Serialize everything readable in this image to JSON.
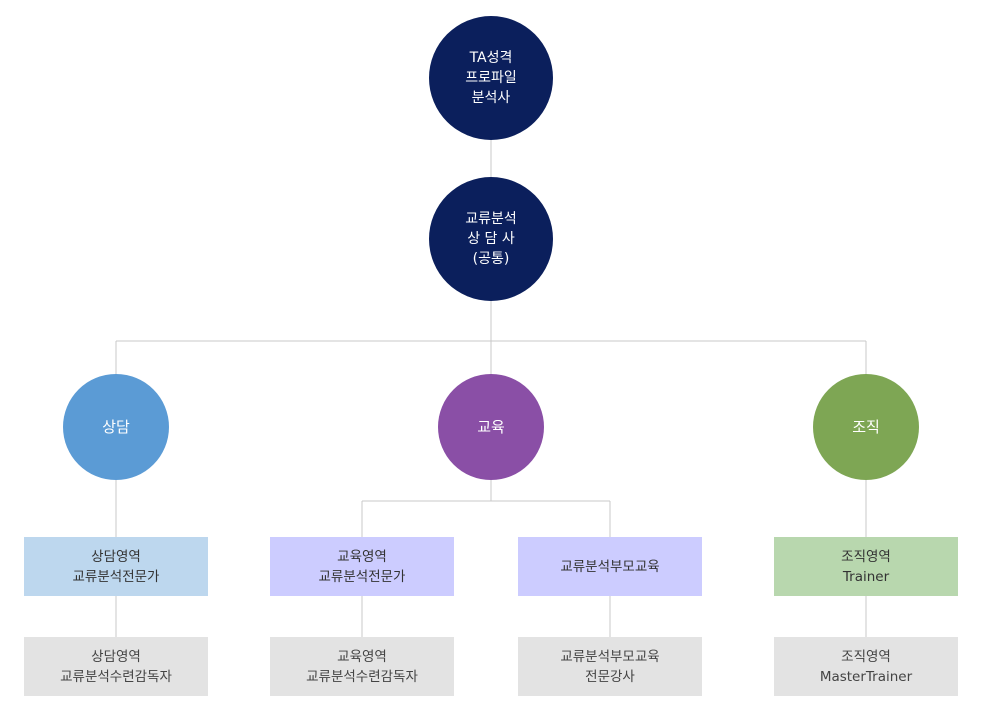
{
  "colors": {
    "dark_navy": "#0b1f5c",
    "counseling": "#5b9bd5",
    "education": "#8a4fa6",
    "organization": "#7ea654",
    "counseling_box": "#bdd7ee",
    "education_box": "#ccccff",
    "organization_box": "#b8d7ae",
    "gray_box": "#e3e3e3",
    "line": "#c8c8c8"
  },
  "top": {
    "lines": [
      "TA성격",
      "프로파일",
      "분석사"
    ]
  },
  "common": {
    "lines": [
      "교류분석",
      "상 담 사",
      "(공통)"
    ]
  },
  "branches": {
    "counseling": {
      "label": "상담",
      "level1": {
        "lines": [
          "상담영역",
          "교류분석전문가"
        ]
      },
      "level2": {
        "lines": [
          "상담영역",
          "교류분석수련감독자"
        ]
      }
    },
    "education": {
      "label": "교육",
      "left": {
        "level1": {
          "lines": [
            "교육영역",
            "교류분석전문가"
          ]
        },
        "level2": {
          "lines": [
            "교육영역",
            "교류분석수련감독자"
          ]
        }
      },
      "right": {
        "level1": {
          "lines": [
            "교류분석부모교육"
          ]
        },
        "level2": {
          "lines": [
            "교류분석부모교육",
            "전문강사"
          ]
        }
      }
    },
    "organization": {
      "label": "조직",
      "level1": {
        "lines": [
          "조직영역",
          "Trainer"
        ]
      },
      "level2": {
        "lines": [
          "조직영역",
          "MasterTrainer"
        ]
      }
    }
  }
}
